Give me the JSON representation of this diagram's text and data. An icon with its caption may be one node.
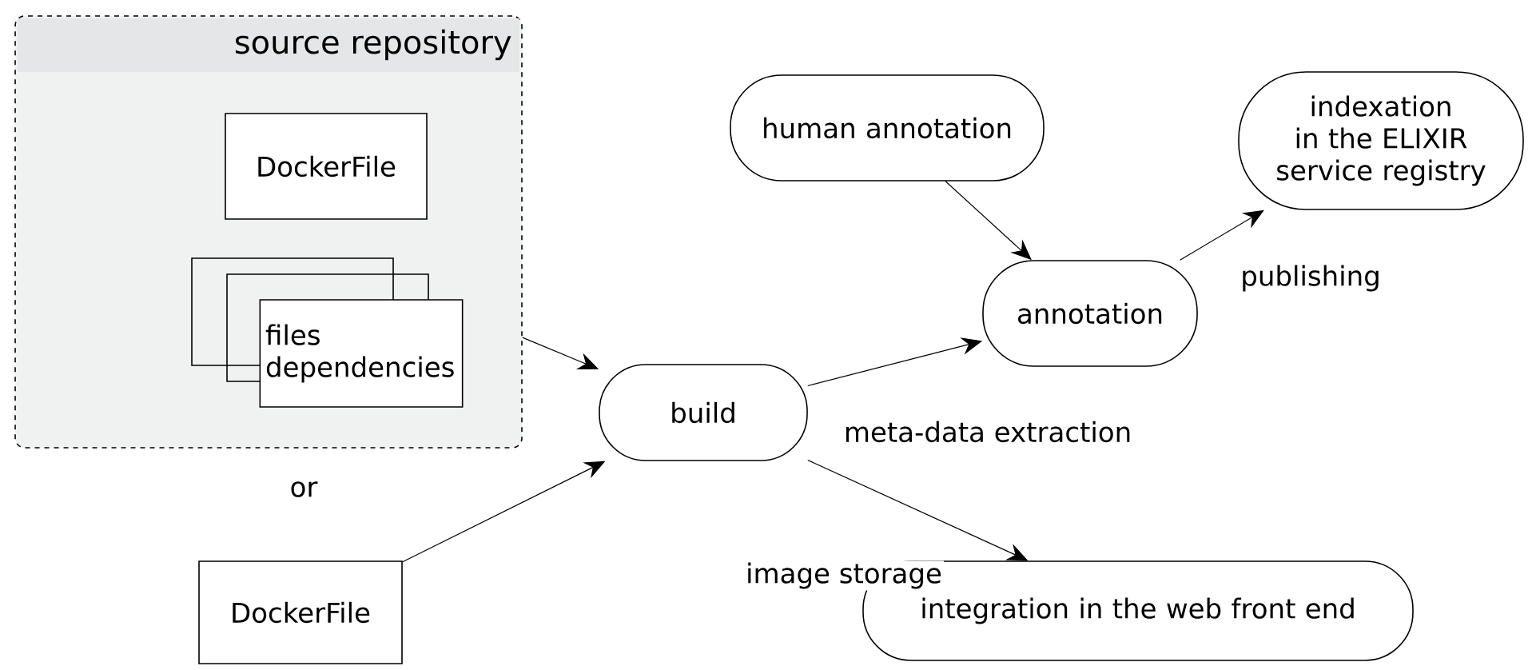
{
  "diagram": {
    "nodes": [
      {
        "text": [
          "source repository"
        ]
      },
      {
        "text": [
          "DockerFile"
        ],
        "in": 0
      },
      {
        "text": [
          "files dependencies"
        ],
        "in": 0
      },
      {
        "text": [
          "build"
        ]
      },
      {
        "text": [
          "DockerFile"
        ]
      },
      {
        "text": [
          "human annotation"
        ]
      },
      {
        "text": [
          "annotation"
        ]
      },
      {
        "text": [
          "indexation in the ELIXIR service registry"
        ]
      },
      {
        "text": [
          "integration in the web front end"
        ]
      }
    ],
    "edges": [
      {
        "from": 0,
        "to": 3,
        "arrow": "to"
      },
      {
        "from": 4,
        "to": 3,
        "arrow": "to"
      },
      {
        "from": 3,
        "to": 6,
        "arrow": "to",
        "label": "meta-data extraction"
      },
      {
        "from": 5,
        "to": 6,
        "arrow": "to"
      },
      {
        "from": 6,
        "to": 7,
        "arrow": "to",
        "label": "publishing"
      },
      {
        "from": 3,
        "to": 8,
        "arrow": "to",
        "label": "image storage"
      }
    ],
    "labels": [
      "or"
    ]
  }
}
